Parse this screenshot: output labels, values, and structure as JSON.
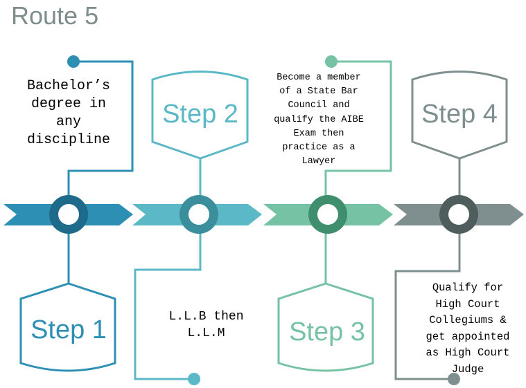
{
  "title": "Route 5",
  "colors": {
    "step1": "#2e8fb5",
    "step1_ring": "#1e6a8a",
    "step2": "#5bb8c6",
    "step2_ring": "#3b8f9c",
    "step3": "#76c2a4",
    "step3_ring": "#3f8f6f",
    "step4": "#7f8e8e",
    "step4_ring": "#4f5d5d"
  },
  "steps": [
    {
      "label": "Step 1",
      "description": "Bachelor’s\ndegree in\nany\ndiscipline"
    },
    {
      "label": "Step 2",
      "description": "L.L.B then\nL.L.M"
    },
    {
      "label": "Step 3",
      "description": "Become a member\nof a State Bar\nCouncil and\nqualify the AIBE\nExam then\npractice as a\nLawyer"
    },
    {
      "label": "Step 4",
      "description": "Qualify for\nHigh Court\nCollegiums &\nget appointed\nas High Court\nJudge"
    }
  ]
}
